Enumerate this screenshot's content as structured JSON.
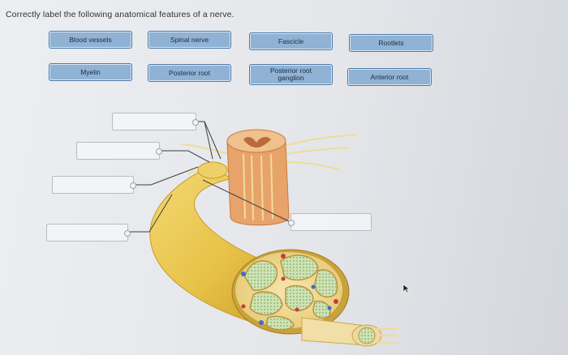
{
  "question": {
    "prompt": "Correctly label the following anatomical features of a nerve."
  },
  "labels": [
    "Blood vessels",
    "Spinal nerve",
    "Fascicle",
    "Rootlets",
    "Myelin",
    "Posterior root",
    "Posterior root\nganglion",
    "Anterior root"
  ],
  "colors": {
    "chip_fill": "#8fb2d5",
    "chip_border": "#4c79a8",
    "nerve": "#e8c34a"
  }
}
